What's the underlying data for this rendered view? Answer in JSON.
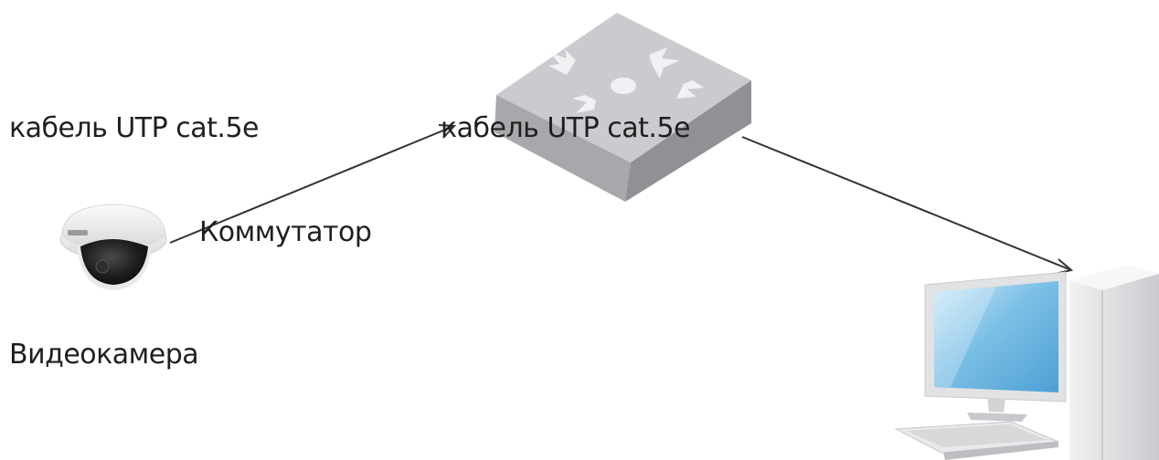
{
  "labels": {
    "cable_left": "кабель UTP cat.5e",
    "cable_mid": "кабель UTP cat.5e",
    "switch": "Коммутатор",
    "camera": "Видеокамера"
  },
  "devices": {
    "camera": "dome-camera-icon",
    "switch": "network-switch-icon",
    "computer": "desktop-computer-icon"
  },
  "colors": {
    "line": "#333333",
    "switch_top": "#c8cacd",
    "switch_side": "#a9acb0",
    "monitor_screen": "#6fb6e0",
    "computer_body": "#e6e7e8"
  }
}
